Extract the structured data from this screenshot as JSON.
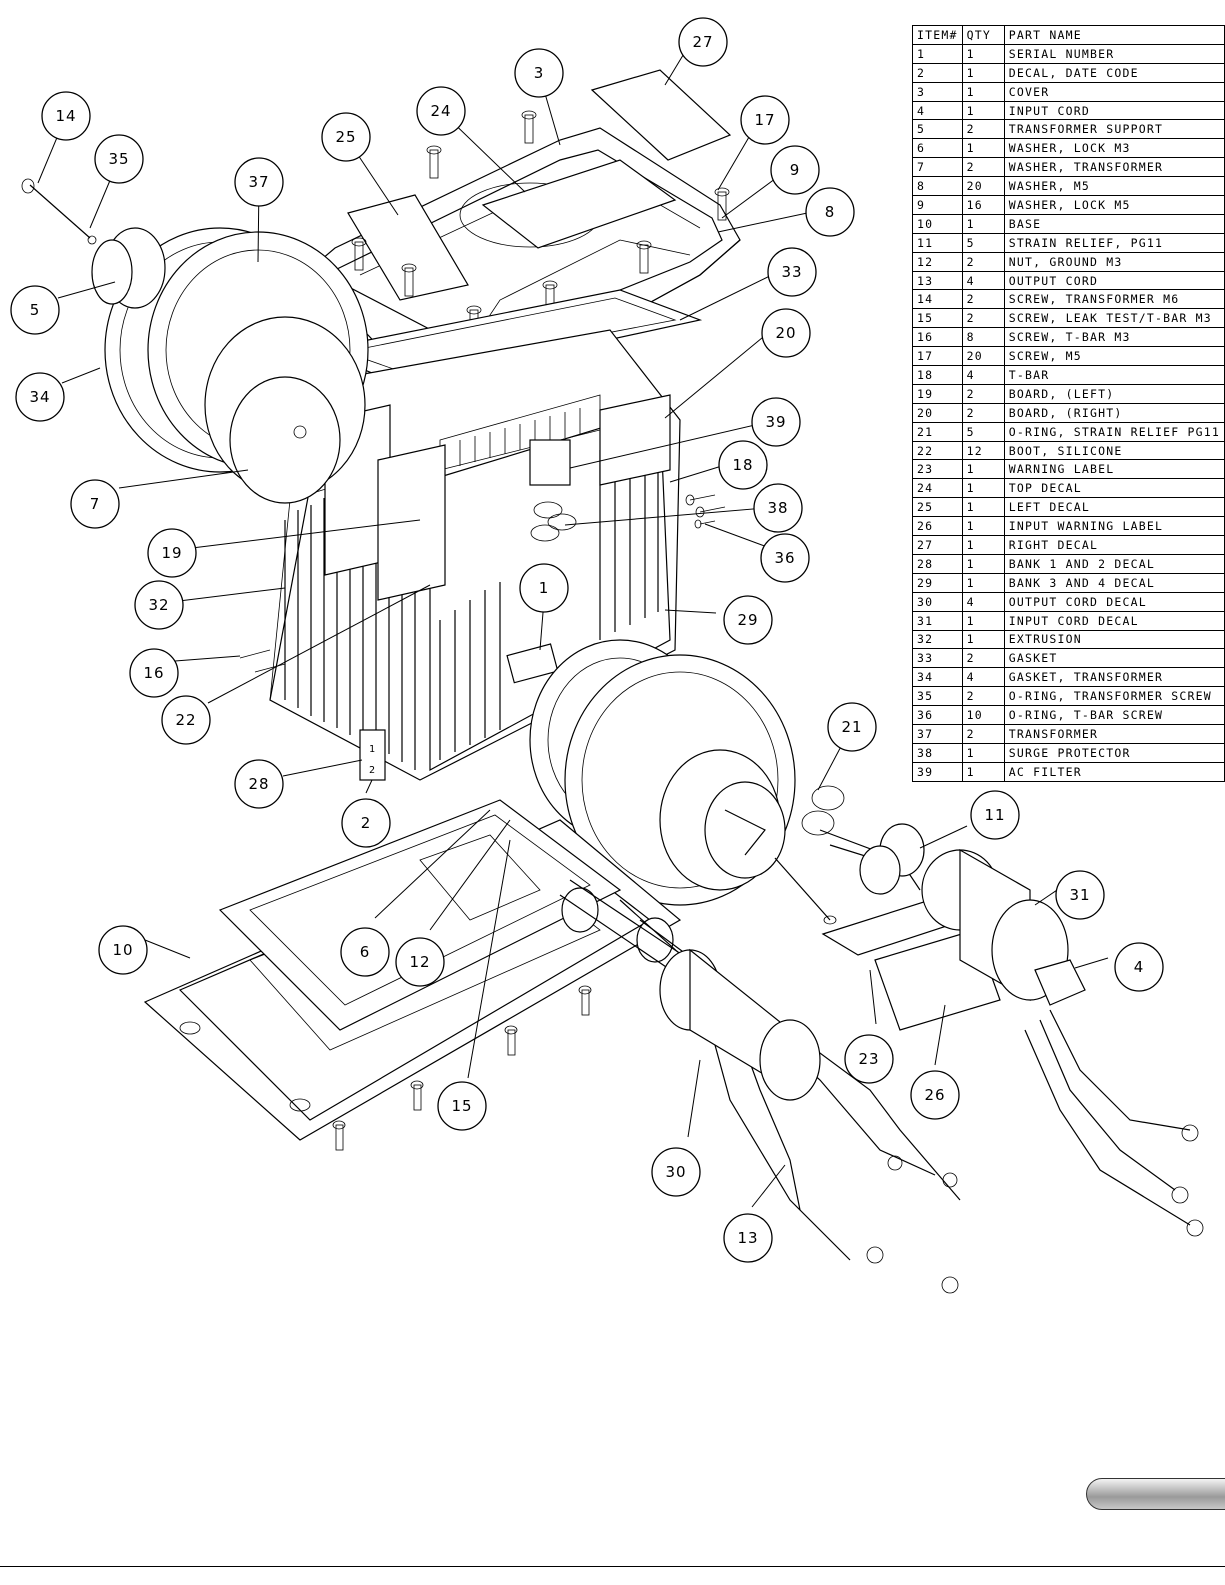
{
  "parts_table": {
    "headers": [
      "ITEM#",
      "QTY",
      "PART NAME"
    ],
    "rows": [
      [
        "1",
        "1",
        "SERIAL NUMBER"
      ],
      [
        "2",
        "1",
        "DECAL, DATE CODE"
      ],
      [
        "3",
        "1",
        "COVER"
      ],
      [
        "4",
        "1",
        "INPUT CORD"
      ],
      [
        "5",
        "2",
        "TRANSFORMER SUPPORT"
      ],
      [
        "6",
        "1",
        "WASHER, LOCK M3"
      ],
      [
        "7",
        "2",
        "WASHER, TRANSFORMER"
      ],
      [
        "8",
        "20",
        "WASHER, M5"
      ],
      [
        "9",
        "16",
        "WASHER, LOCK M5"
      ],
      [
        "10",
        "1",
        "BASE"
      ],
      [
        "11",
        "5",
        "STRAIN RELIEF, PG11"
      ],
      [
        "12",
        "2",
        "NUT, GROUND M3"
      ],
      [
        "13",
        "4",
        "OUTPUT CORD"
      ],
      [
        "14",
        "2",
        "SCREW, TRANSFORMER M6"
      ],
      [
        "15",
        "2",
        "SCREW, LEAK TEST/T-BAR M3"
      ],
      [
        "16",
        "8",
        "SCREW, T-BAR M3"
      ],
      [
        "17",
        "20",
        "SCREW, M5"
      ],
      [
        "18",
        "4",
        "T-BAR"
      ],
      [
        "19",
        "2",
        "BOARD, (LEFT)"
      ],
      [
        "20",
        "2",
        "BOARD, (RIGHT)"
      ],
      [
        "21",
        "5",
        "O-RING, STRAIN RELIEF PG11"
      ],
      [
        "22",
        "12",
        "BOOT, SILICONE"
      ],
      [
        "23",
        "1",
        "WARNING LABEL"
      ],
      [
        "24",
        "1",
        "TOP DECAL"
      ],
      [
        "25",
        "1",
        "LEFT DECAL"
      ],
      [
        "26",
        "1",
        "INPUT WARNING LABEL"
      ],
      [
        "27",
        "1",
        "RIGHT DECAL"
      ],
      [
        "28",
        "1",
        "BANK 1 AND 2 DECAL"
      ],
      [
        "29",
        "1",
        "BANK 3 AND 4 DECAL"
      ],
      [
        "30",
        "4",
        "OUTPUT CORD DECAL"
      ],
      [
        "31",
        "1",
        "INPUT CORD DECAL"
      ],
      [
        "32",
        "1",
        "EXTRUSION"
      ],
      [
        "33",
        "2",
        "GASKET"
      ],
      [
        "34",
        "4",
        "GASKET, TRANSFORMER"
      ],
      [
        "35",
        "2",
        "O-RING, TRANSFORMER SCREW"
      ],
      [
        "36",
        "10",
        "O-RING, T-BAR SCREW"
      ],
      [
        "37",
        "2",
        "TRANSFORMER"
      ],
      [
        "38",
        "1",
        "SURGE PROTECTOR"
      ],
      [
        "39",
        "1",
        "AC FILTER"
      ]
    ]
  },
  "callouts": [
    "27",
    "3",
    "24",
    "14",
    "35",
    "25",
    "37",
    "17",
    "9",
    "8",
    "5",
    "33",
    "34",
    "20",
    "39",
    "18",
    "7",
    "38",
    "36",
    "19",
    "32",
    "29",
    "1",
    "16",
    "22",
    "28",
    "2",
    "21",
    "11",
    "31",
    "10",
    "6",
    "12",
    "4",
    "23",
    "26",
    "15",
    "30",
    "13"
  ],
  "decal_text": [
    "1",
    "2"
  ]
}
